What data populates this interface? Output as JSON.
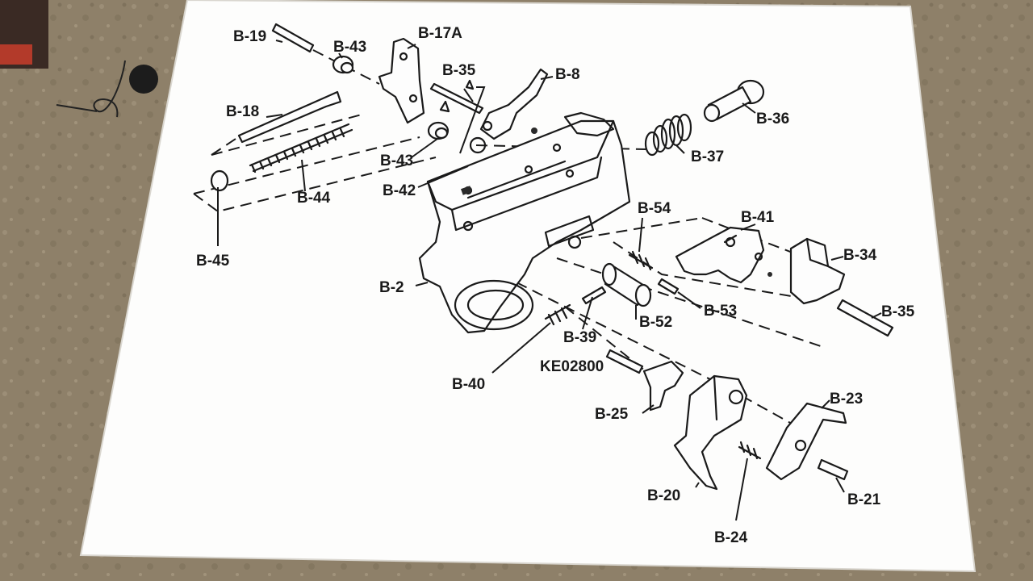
{
  "labels": {
    "b19": "B-19",
    "b43_top": "B-43",
    "b17a": "B-17A",
    "b35_top": "B-35",
    "b8": "B-8",
    "b36": "B-36",
    "b18": "B-18",
    "b37": "B-37",
    "b43_mid": "B-43",
    "b42": "B-42",
    "b44": "B-44",
    "b54": "B-54",
    "b41": "B-41",
    "b45": "B-45",
    "b34": "B-34",
    "b2": "B-2",
    "b53": "B-53",
    "b35_right": "B-35",
    "b52": "B-52",
    "b39": "B-39",
    "ke02800": "KE02800",
    "b40": "B-40",
    "b23": "B-23",
    "b25": "B-25",
    "b20": "B-20",
    "b21": "B-21",
    "b24": "B-24"
  },
  "colors": {
    "paper": "#fdfdfc",
    "background": "#8d7f6a",
    "ink": "#1a1a1a"
  }
}
